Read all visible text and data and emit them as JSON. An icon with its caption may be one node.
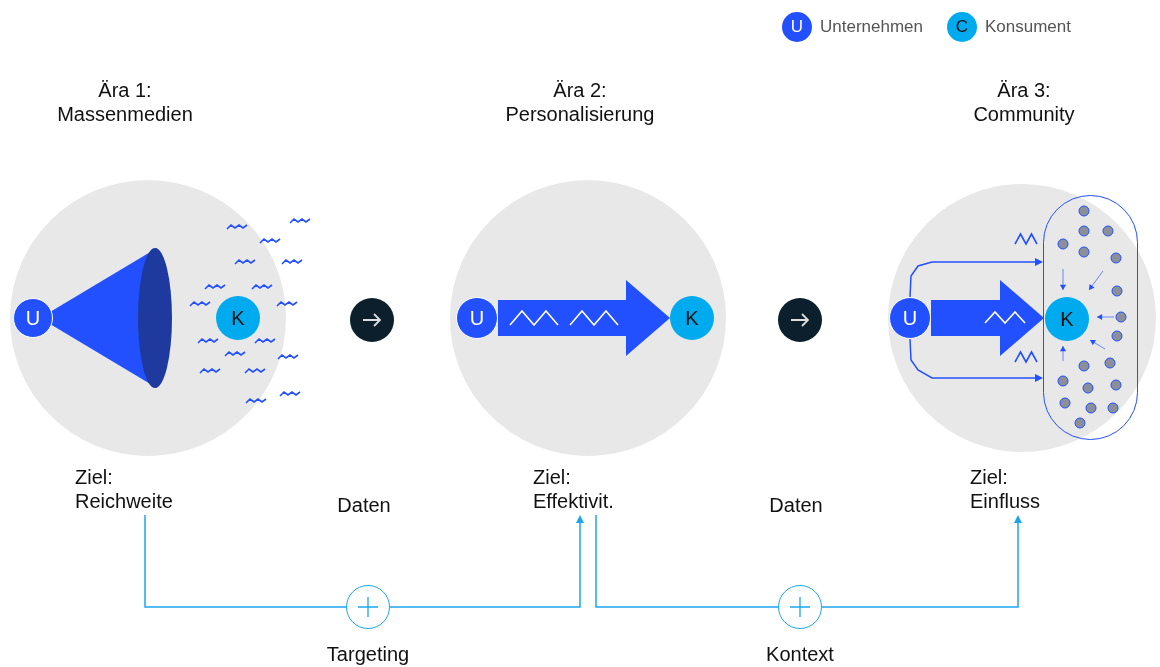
{
  "diagram": {
    "nodes": [
      {
        "text": [
          "Ära 1: Massenmedien",
          "Ziel: Reichweite"
        ]
      },
      {
        "text": [
          "U"
        ],
        "in": 0
      },
      {
        "text": [
          "K"
        ],
        "in": 0
      },
      {
        "text": [],
        "shape": "circle"
      },
      {
        "text": [
          "Ära 2: Personalisierung",
          "Ziel: Effektivit."
        ]
      },
      {
        "text": [
          "U"
        ],
        "in": 4
      },
      {
        "text": [
          "K"
        ],
        "in": 4
      },
      {
        "text": [],
        "shape": "circle"
      },
      {
        "text": [
          "Ära 3: Community",
          "Ziel: Einfluss"
        ]
      },
      {
        "text": [
          "U"
        ],
        "in": 8
      },
      {
        "text": [],
        "shape": "box",
        "in": 8
      },
      {
        "text": [
          "K"
        ],
        "in": 10
      },
      {
        "text": [],
        "shape": "circle",
        "beside": [
          "Targeting"
        ]
      },
      {
        "text": [],
        "shape": "circle",
        "beside": [
          "Kontext"
        ]
      }
    ],
    "edges": [
      {
        "from": 5,
        "to": 6,
        "arrow": "to",
        "style": "thick",
        "color": "#2250ff"
      },
      {
        "from": 9,
        "to": 11,
        "arrow": "to",
        "style": "thick",
        "color": "#2250ff"
      },
      {
        "from": 9,
        "to": 10,
        "arrow": "to",
        "color": "#2250ff"
      },
      {
        "from": 9,
        "to": 10,
        "arrow": "to",
        "color": "#2250ff"
      },
      {
        "from": 0,
        "to": 12,
        "arrow": "none",
        "color": "#1ba7f0"
      },
      {
        "from": 12,
        "to": 4,
        "arrow": "to",
        "color": "#1ba7f0"
      },
      {
        "from": 4,
        "to": 13,
        "arrow": "none",
        "color": "#1ba7f0"
      },
      {
        "from": 13,
        "to": 8,
        "arrow": "to",
        "color": "#1ba7f0"
      }
    ],
    "labels": [
      "Daten",
      "Daten",
      "U",
      "C"
    ],
    "legend": [
      {
        "text": "Unternehmen",
        "color": "#2250ff"
      },
      {
        "text": "Konsument",
        "color": "#00aaee"
      }
    ]
  }
}
